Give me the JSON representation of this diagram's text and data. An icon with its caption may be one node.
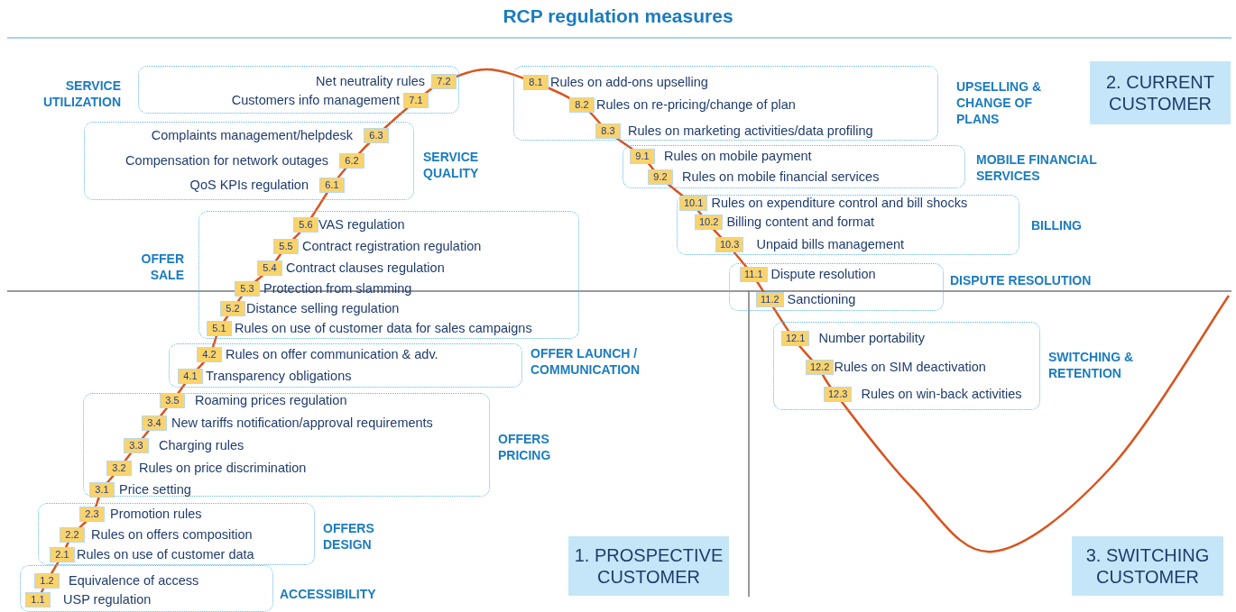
{
  "diagram": {
    "title": "RCP regulation measures",
    "nodes": [
      {
        "text": [
          "ACCESSIBILITY"
        ]
      },
      {
        "text": [
          "1.1",
          "USP regulation"
        ],
        "in": 0
      },
      {
        "text": [
          "1.2",
          "Equivalence of access"
        ],
        "in": 0
      },
      {
        "text": [
          "OFFERS DESIGN"
        ]
      },
      {
        "text": [
          "2.1",
          "Rules on use of customer data"
        ],
        "in": 3
      },
      {
        "text": [
          "2.2",
          "Rules on offers composition"
        ],
        "in": 3
      },
      {
        "text": [
          "2.3",
          "Promotion rules"
        ],
        "in": 3
      },
      {
        "text": [
          "OFFERS PRICING"
        ]
      },
      {
        "text": [
          "3.1",
          "Price setting"
        ],
        "in": 7
      },
      {
        "text": [
          "3.2",
          "Rules on price discrimination"
        ],
        "in": 7
      },
      {
        "text": [
          "3.3",
          "Charging rules"
        ],
        "in": 7
      },
      {
        "text": [
          "3.4",
          "New tariffs notification/approval requirements"
        ],
        "in": 7
      },
      {
        "text": [
          "3.5",
          "Roaming prices regulation"
        ],
        "in": 7
      },
      {
        "text": [
          "OFFER LAUNCH / COMMUNICATION"
        ]
      },
      {
        "text": [
          "4.1",
          "Transparency obligations"
        ],
        "in": 13
      },
      {
        "text": [
          "4.2",
          "Rules on offer communication & adv."
        ],
        "in": 13
      },
      {
        "text": [
          "OFFER SALE"
        ]
      },
      {
        "text": [
          "5.1",
          "Rules on use of customer data for sales campaigns"
        ],
        "in": 16
      },
      {
        "text": [
          "5.2",
          "Distance selling regulation"
        ],
        "in": 16
      },
      {
        "text": [
          "5.3",
          "Protection from slamming"
        ],
        "in": 16
      },
      {
        "text": [
          "5.4",
          "Contract clauses regulation"
        ],
        "in": 16
      },
      {
        "text": [
          "5.5",
          "Contract registration regulation"
        ],
        "in": 16
      },
      {
        "text": [
          "5.6",
          "VAS regulation"
        ],
        "in": 16
      },
      {
        "text": [
          "SERVICE QUALITY"
        ]
      },
      {
        "text": [
          "QoS KPIs regulation",
          "6.1"
        ],
        "in": 23
      },
      {
        "text": [
          "Compensation for network outages",
          "6.2"
        ],
        "in": 23
      },
      {
        "text": [
          "Complaints management/helpdesk",
          "6.3"
        ],
        "in": 23
      },
      {
        "text": [
          "SERVICE UTILIZATION"
        ]
      },
      {
        "text": [
          "Customers info management",
          "7.1"
        ],
        "in": 27
      },
      {
        "text": [
          "Net neutrality rules",
          "7.2"
        ],
        "in": 27
      },
      {
        "text": [
          "UPSELLING & CHANGE OF PLANS"
        ]
      },
      {
        "text": [
          "8.1",
          "Rules on add-ons upselling"
        ],
        "in": 30
      },
      {
        "text": [
          "8.2",
          "Rules on re-pricing/change of plan"
        ],
        "in": 30
      },
      {
        "text": [
          "8.3",
          "Rules on marketing activities/data profiling"
        ],
        "in": 30
      },
      {
        "text": [
          "MOBILE FINANCIAL SERVICES"
        ]
      },
      {
        "text": [
          "9.1",
          "Rules on mobile payment"
        ],
        "in": 34
      },
      {
        "text": [
          "9.2",
          "Rules on mobile financial services"
        ],
        "in": 34
      },
      {
        "text": [
          "BILLING"
        ]
      },
      {
        "text": [
          "10.1",
          "Rules on expenditure control and bill shocks"
        ],
        "in": 37
      },
      {
        "text": [
          "10.2",
          "Billing content and format"
        ],
        "in": 37
      },
      {
        "text": [
          "10.3",
          "Unpaid bills management"
        ],
        "in": 37
      },
      {
        "text": [
          "DISPUTE RESOLUTION"
        ]
      },
      {
        "text": [
          "11.1",
          "Dispute resolution"
        ],
        "in": 41
      },
      {
        "text": [
          "11.2",
          "Sanctioning"
        ],
        "in": 41
      },
      {
        "text": [
          "SWITCHING & RETENTION"
        ]
      },
      {
        "text": [
          "12.1",
          "Number portability"
        ],
        "in": 44
      },
      {
        "text": [
          "12.2",
          "Rules on SIM deactivation"
        ],
        "in": 44
      },
      {
        "text": [
          "12.3",
          "Rules on win-back activities"
        ],
        "in": 44
      },
      {
        "text": [
          "1. PROSPECTIVE CUSTOMER"
        ]
      },
      {
        "text": [
          "2. CURRENT CUSTOMER"
        ]
      },
      {
        "text": [
          "3. SWITCHING CUSTOMER"
        ]
      }
    ]
  }
}
